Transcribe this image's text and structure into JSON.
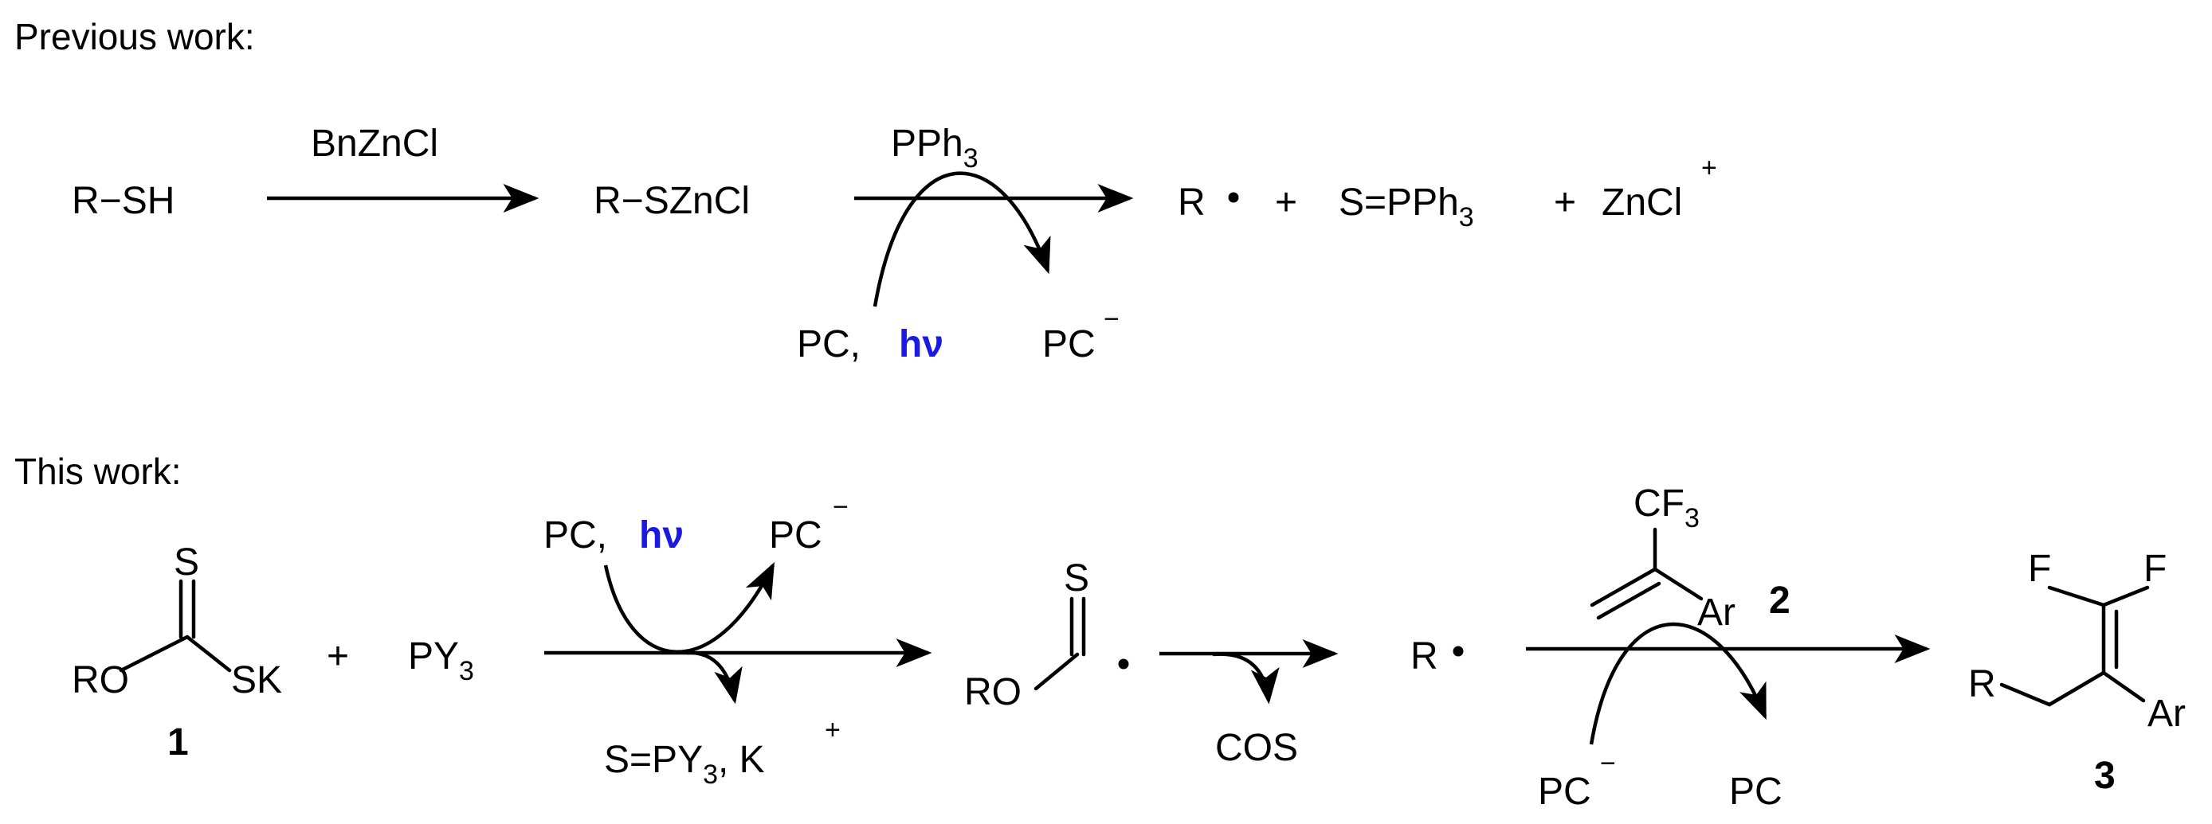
{
  "headings": {
    "previous": "Previous work:",
    "current": "This work:"
  },
  "previous_work": {
    "reactant": "R−SH",
    "reagent1": "BnZnCl",
    "intermediate": "R−SZnCl",
    "reagent2_main": "PPh",
    "reagent2_sub": "3",
    "radical": "R",
    "plus": "+",
    "byproduct1_main": "S=PPh",
    "byproduct1_sub": "3",
    "byproduct2_main": "ZnCl",
    "byproduct2_sup": "+",
    "pc_start": "PC,",
    "hv": "hν",
    "pc_end": "PC",
    "pc_end_sup": "−"
  },
  "this_work": {
    "compound1_o": "RO",
    "compound1_s_top": "S",
    "compound1_sk": "SK",
    "compound1_label": "1",
    "plus": "+",
    "reagent_main": "PY",
    "reagent_sub": "3",
    "pc_start": "PC,",
    "hv": "hν",
    "pc_end": "PC",
    "pc_end_sup": "−",
    "byproduct_main": "S=PY",
    "byproduct_sub": "3",
    "byproduct_k": ", K",
    "byproduct_k_sup": "+",
    "radical1_s": "S",
    "radical1_ro": "RO",
    "cos": "COS",
    "radical2": "R",
    "alkene_cf3_main": "CF",
    "alkene_cf3_sub": "3",
    "alkene_ar": "Ar",
    "alkene_label": "2",
    "pc_minus": "PC",
    "pc_minus_sup": "−",
    "pc": "PC",
    "product_f1": "F",
    "product_f2": "F",
    "product_r": "R",
    "product_ar": "Ar",
    "product_label": "3"
  },
  "colors": {
    "hv": "#1a1ae0",
    "text": "#000000"
  }
}
